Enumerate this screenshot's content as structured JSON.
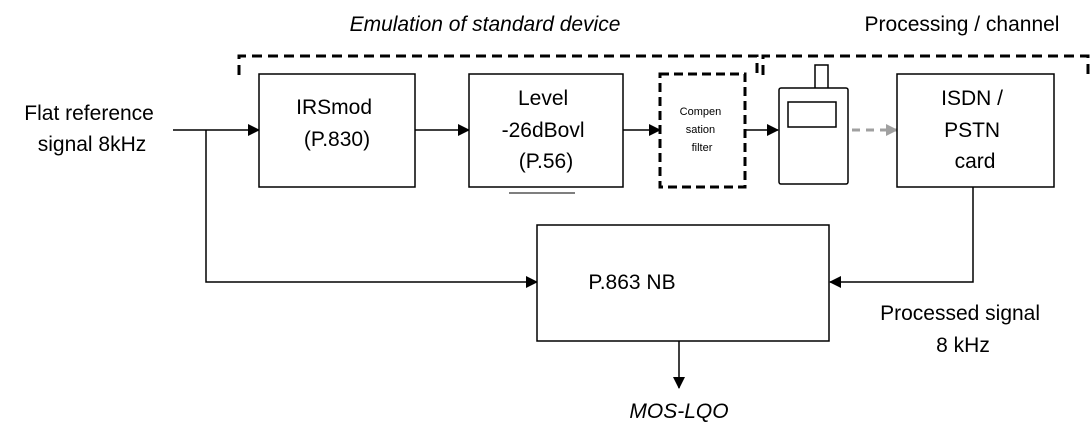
{
  "sections": {
    "emulation_label": "Emulation of standard device",
    "processing_label": "Processing / channel"
  },
  "inputs": {
    "flat_reference": [
      "Flat reference",
      "signal 8kHz"
    ],
    "processed_signal": [
      "Processed signal",
      "8 kHz"
    ]
  },
  "blocks": {
    "irsmod": [
      "IRSmod",
      "(P.830)"
    ],
    "level": [
      "Level",
      "-26dBovl",
      "(P.56)"
    ],
    "compensation": [
      "Compen",
      "sation",
      "filter"
    ],
    "isdn": [
      "ISDN /",
      "PSTN",
      "card"
    ],
    "p863": "P.863 NB"
  },
  "output": {
    "mos": "MOS-LQO"
  },
  "colors": {
    "line": "#000000",
    "dashed_arrow": "#a0a0a0"
  },
  "icons": {
    "handset": "mobile-phone-icon"
  }
}
